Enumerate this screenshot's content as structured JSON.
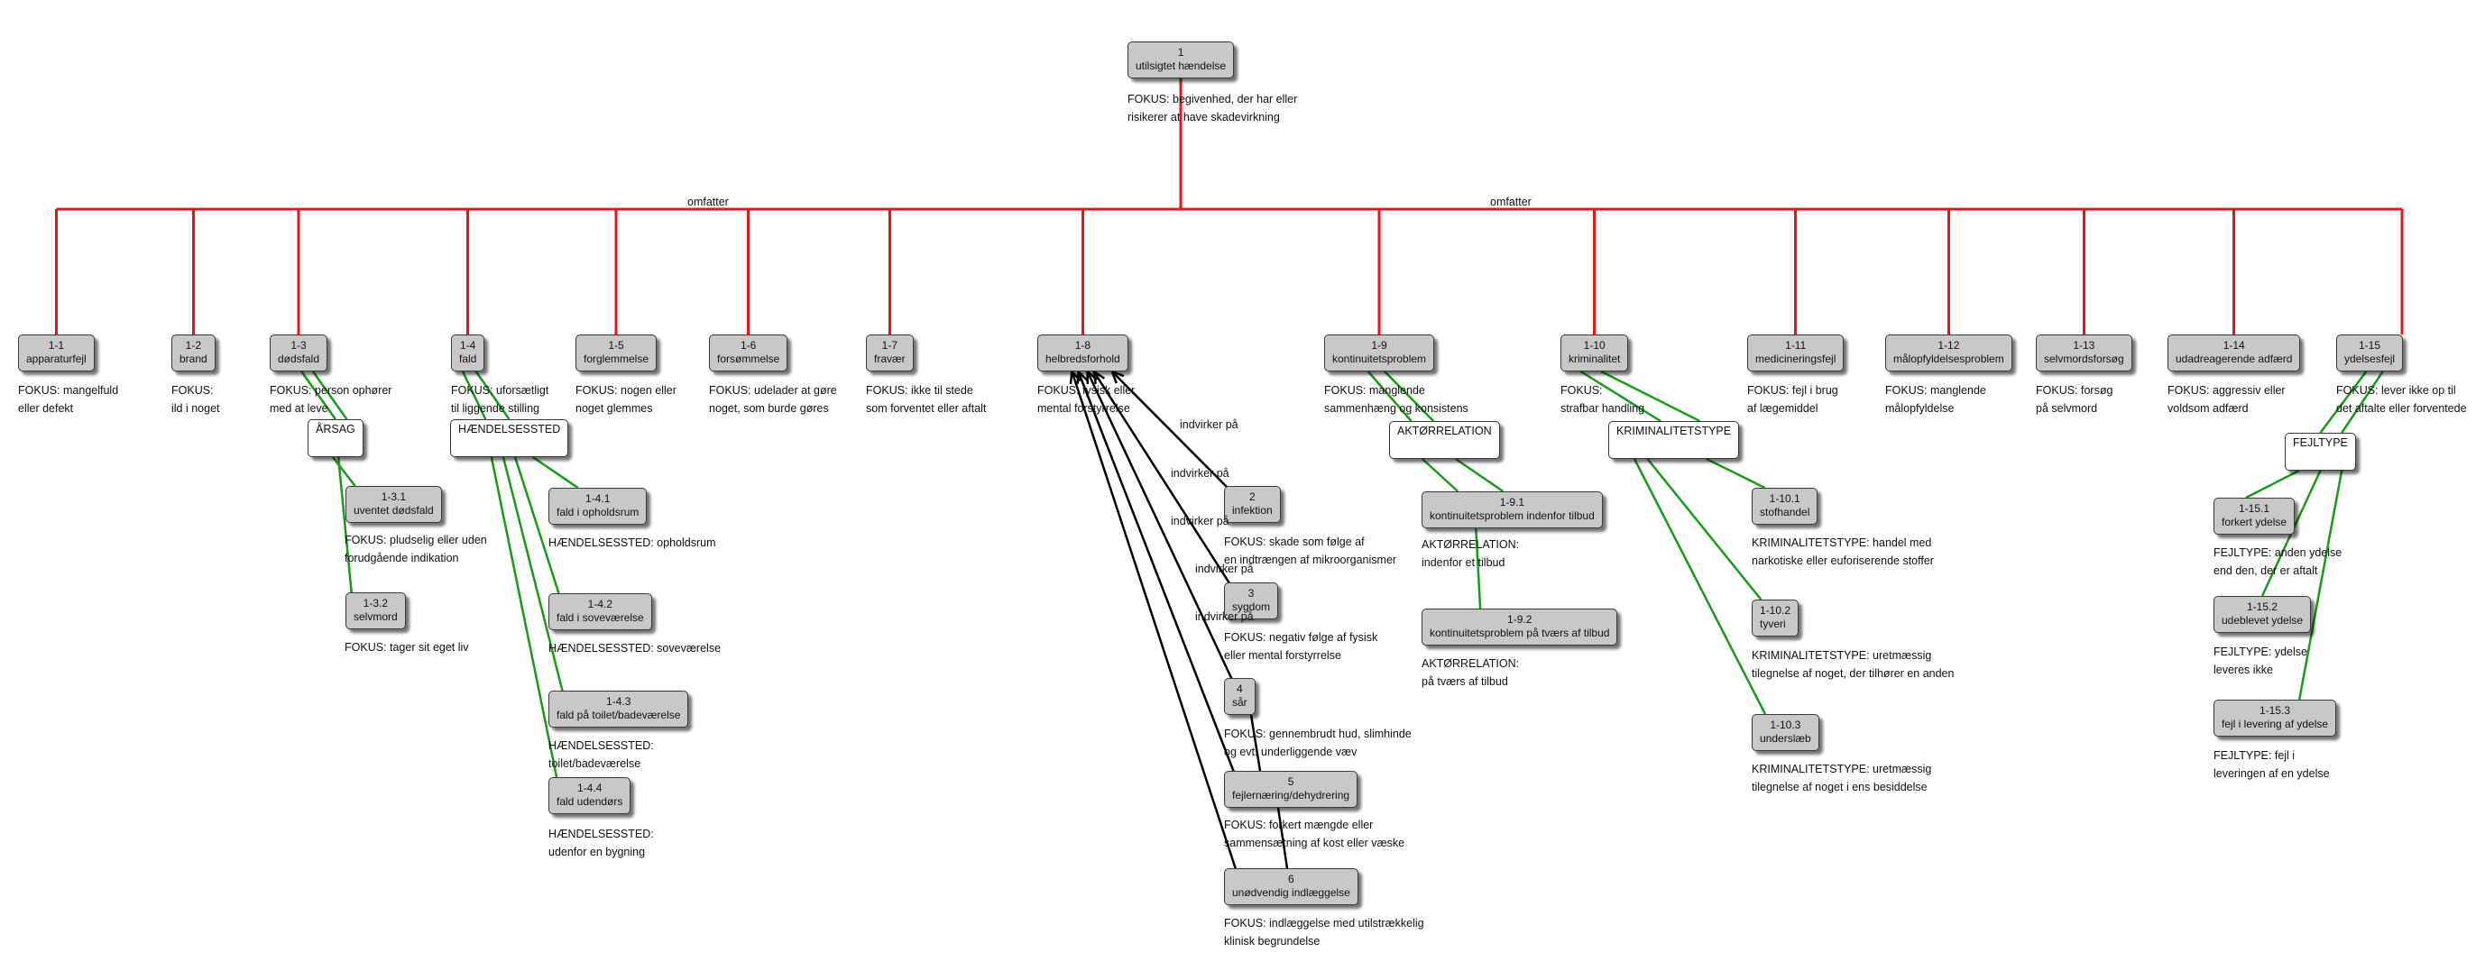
{
  "diagram": {
    "root": {
      "num": "1",
      "name": "utilsigtet hændelse",
      "desc": [
        "FOKUS: begivenhed, der har eller",
        "risikerer at have skadevirkning"
      ]
    },
    "root_edge_labels": [
      "omfatter",
      "omfatter"
    ],
    "children": [
      {
        "num": "1-1",
        "name": "apparaturfejl",
        "desc": [
          "FOKUS: mangelfuld",
          "eller defekt"
        ]
      },
      {
        "num": "1-2",
        "name": "brand",
        "desc": [
          "FOKUS:",
          "ild i noget"
        ]
      },
      {
        "num": "1-3",
        "name": "dødsfald",
        "desc": [
          "FOKUS: person ophører",
          "med at leve"
        ]
      },
      {
        "num": "1-4",
        "name": "fald",
        "desc": [
          "FOKUS: uforsætligt",
          "til liggende stilling"
        ]
      },
      {
        "num": "1-5",
        "name": "forglemmelse",
        "desc": [
          "FOKUS: nogen eller",
          "noget glemmes"
        ]
      },
      {
        "num": "1-6",
        "name": "forsømmelse",
        "desc": [
          "FOKUS: udelader at gøre",
          "noget, som burde gøres"
        ]
      },
      {
        "num": "1-7",
        "name": "fravær",
        "desc": [
          "FOKUS: ikke til stede",
          "som forventet eller aftalt"
        ]
      },
      {
        "num": "1-8",
        "name": "helbredsforhold",
        "desc": [
          "FOKUS: fysisk eller",
          "mental forstyrrelse"
        ]
      },
      {
        "num": "1-9",
        "name": "kontinuitetsproblem",
        "desc": [
          "FOKUS: manglende",
          "sammenhæng og konsistens"
        ]
      },
      {
        "num": "1-10",
        "name": "kriminalitet",
        "desc": [
          "FOKUS:",
          "strafbar handling"
        ]
      },
      {
        "num": "1-11",
        "name": "medicineringsfejl",
        "desc": [
          "FOKUS: fejl i brug",
          "af lægemiddel"
        ]
      },
      {
        "num": "1-12",
        "name": "målopfyldelsesproblem",
        "desc": [
          "FOKUS: manglende",
          "målopfyldelse"
        ]
      },
      {
        "num": "1-13",
        "name": "selvmordsforsøg",
        "desc": [
          "FOKUS: forsøg",
          "på selvmord"
        ]
      },
      {
        "num": "1-14",
        "name": "udadreagerende adfærd",
        "desc": [
          "FOKUS: aggressiv eller",
          "voldsom adfærd"
        ]
      },
      {
        "num": "1-15",
        "name": "ydelsesfejl",
        "desc": [
          "FOKUS: lever ikke op til",
          "det aftalte eller forventede"
        ]
      }
    ],
    "characteristics": {
      "aarsag": "ÅRSAG",
      "haendelsessted": "HÆNDELSESSTED",
      "aktoerrelation": "AKTØRRELATION",
      "kriminalitetstype": "KRIMINALITETSTYPE",
      "fejltype": "FEJLTYPE"
    },
    "sub_1_3": [
      {
        "num": "1-3.1",
        "name": "uventet dødsfald",
        "desc": [
          "FOKUS: pludselig eller uden",
          "forudgående indikation"
        ]
      },
      {
        "num": "1-3.2",
        "name": "selvmord",
        "desc": [
          "FOKUS: tager sit eget liv"
        ]
      }
    ],
    "sub_1_4": [
      {
        "num": "1-4.1",
        "name": "fald i opholdsrum",
        "desc": [
          "HÆNDELSESSTED: opholdsrum"
        ]
      },
      {
        "num": "1-4.2",
        "name": "fald i soveværelse",
        "desc": [
          "HÆNDELSESSTED: soveværelse"
        ]
      },
      {
        "num": "1-4.3",
        "name": "fald på toilet/badeværelse",
        "desc": [
          "HÆNDELSESSTED:",
          "toilet/badeværelse"
        ]
      },
      {
        "num": "1-4.4",
        "name": "fald udendørs",
        "desc": [
          "HÆNDELSESSTED:",
          "udenfor en bygning"
        ]
      }
    ],
    "sub_1_8": [
      {
        "num": "2",
        "name": "infektion",
        "desc": [
          "FOKUS: skade som følge af",
          "en indtrængen af mikroorganismer"
        ]
      },
      {
        "num": "3",
        "name": "sygdom",
        "desc": [
          "FOKUS: negativ følge af fysisk",
          "eller mental forstyrrelse"
        ]
      },
      {
        "num": "4",
        "name": "sår",
        "desc": [
          "FOKUS: gennembrudt hud, slimhinde",
          "og evt. underliggende væv"
        ]
      },
      {
        "num": "5",
        "name": "fejlernæring/dehydrering",
        "desc": [
          "FOKUS: forkert mængde eller",
          "sammensætning af kost eller væske"
        ]
      },
      {
        "num": "6",
        "name": "unødvendig indlæggelse",
        "desc": [
          "FOKUS: indlæggelse med utilstrækkelig",
          "klinisk begrundelse"
        ]
      }
    ],
    "sub_1_8_edge_labels": [
      "indvirker på",
      "indvirker på",
      "indvirker på",
      "indvirker på",
      "indvirker på"
    ],
    "sub_1_9": [
      {
        "num": "1-9.1",
        "name": "kontinuitetsproblem indenfor tilbud",
        "desc": [
          "AKTØRRELATION:",
          "indenfor et tilbud"
        ]
      },
      {
        "num": "1-9.2",
        "name": "kontinuitetsproblem på tværs af tilbud",
        "desc": [
          "AKTØRRELATION:",
          "på tværs af tilbud"
        ]
      }
    ],
    "sub_1_10": [
      {
        "num": "1-10.1",
        "name": "stofhandel",
        "desc": [
          "KRIMINALITETSTYPE: handel med",
          "narkotiske eller euforiserende stoffer"
        ]
      },
      {
        "num": "1-10.2",
        "name": "tyveri",
        "desc": [
          "KRIMINALITETSTYPE: uretmæssig",
          "tilegnelse af noget, der tilhører en anden"
        ]
      },
      {
        "num": "1-10.3",
        "name": "underslæb",
        "desc": [
          "KRIMINALITETSTYPE: uretmæssig",
          "tilegnelse af noget i ens besiddelse"
        ]
      }
    ],
    "sub_1_15": [
      {
        "num": "1-15.1",
        "name": "forkert ydelse",
        "desc": [
          "FEJLTYPE: anden ydelse",
          "end den, der er aftalt"
        ]
      },
      {
        "num": "1-15.2",
        "name": "udeblevet ydelse",
        "desc": [
          "FEJLTYPE: ydelse",
          "leveres ikke"
        ]
      },
      {
        "num": "1-15.3",
        "name": "fejl i levering af ydelse",
        "desc": [
          "FEJLTYPE: fejl i",
          "leveringen af en ydelse"
        ]
      }
    ],
    "colors": {
      "root_edges": "#e8141c",
      "characteristic_edges": "#1a9a1a",
      "relation_edges": "#000000",
      "node_fill": "#c8c8c8"
    }
  }
}
